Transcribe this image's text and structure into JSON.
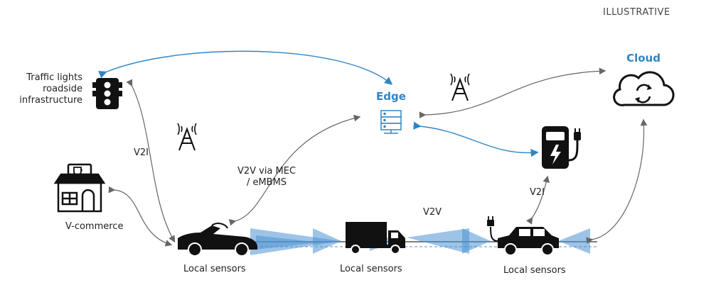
{
  "tag": "ILLUSTRATIVE",
  "cloud_label": "Cloud",
  "edge_label": "Edge",
  "traffic_label": [
    "Traffic lights",
    "roadside",
    "infrastructure"
  ],
  "v2i_left": "V2I",
  "v2v_mec": [
    "V2V via MEC",
    "/ eMBMS"
  ],
  "v_commerce": "V-commerce",
  "v2v": "V2V",
  "v2i_right": "V2I",
  "sensors": [
    "Local sensors",
    "Local sensors",
    "Local sensors"
  ],
  "colors": {
    "accent": "#2f86c6",
    "beam": "#4d93d4",
    "dark": "#111111",
    "gray_arrow": "#666666"
  },
  "icons": [
    "traffic-light-icon",
    "cell-tower-icon",
    "server-icon",
    "cloud-sync-icon",
    "ev-charger-icon",
    "cafe-store-icon",
    "sports-car-icon",
    "truck-icon",
    "sedan-icon"
  ]
}
